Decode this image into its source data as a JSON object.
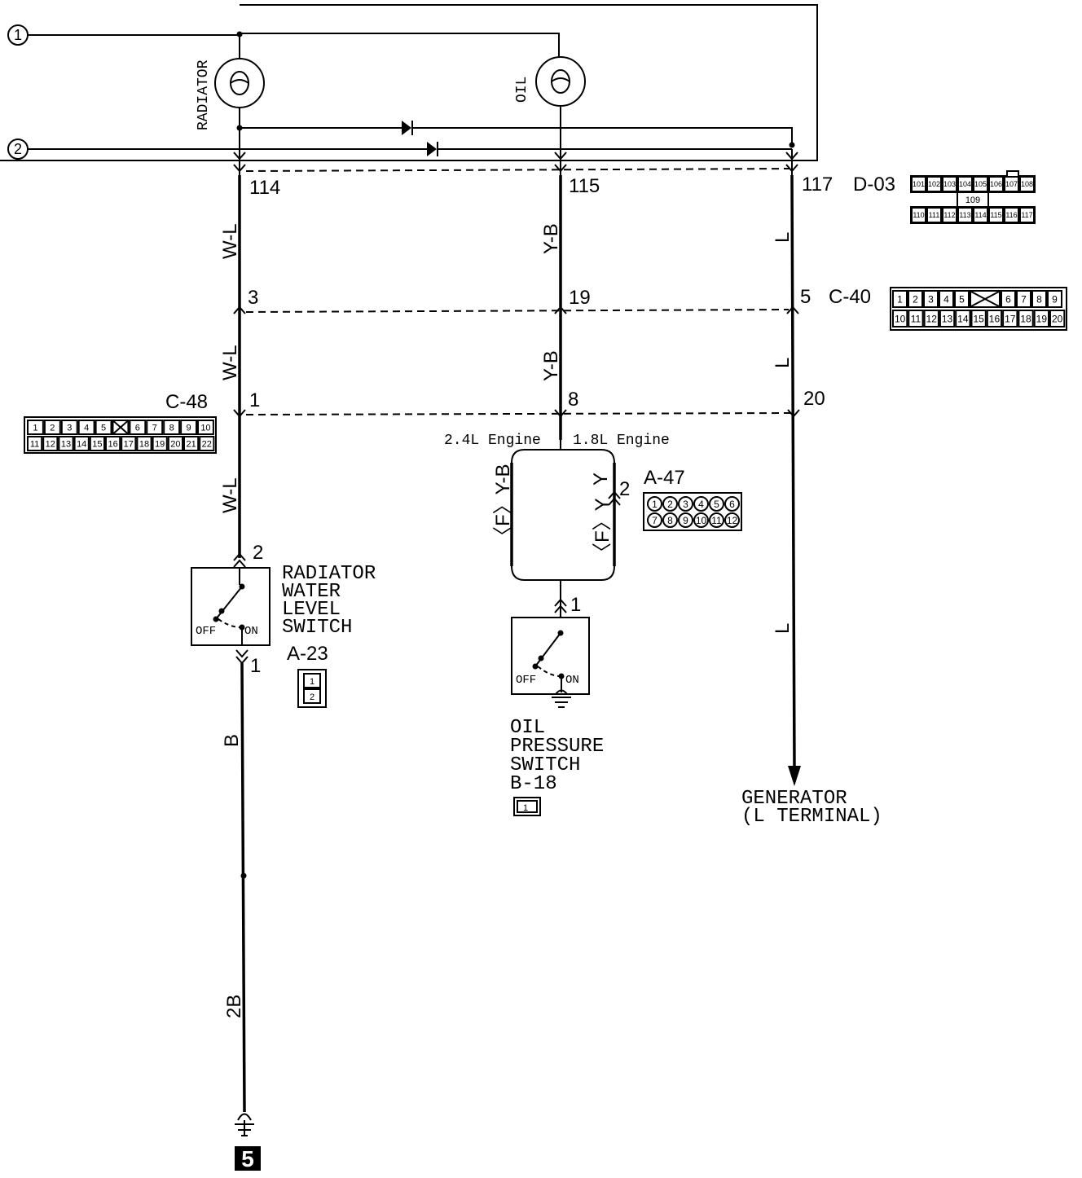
{
  "terminals": {
    "t1": "1",
    "t2": "2"
  },
  "lamps": {
    "radiator": "RADIATOR",
    "oil": "OIL"
  },
  "pins": {
    "p114": "114",
    "p115": "115",
    "p117": "117",
    "p3": "3",
    "p19": "19",
    "p5": "5",
    "p1": "1",
    "p8": "8",
    "p20": "20",
    "a47_pin": "2",
    "rws_top": "2",
    "rws_bottom": "1",
    "ops_pin": "1"
  },
  "connectors": {
    "d03": {
      "label": "D-03",
      "row1": [
        "101",
        "102",
        "103",
        "104",
        "105",
        "106",
        "107",
        "108"
      ],
      "mid": "109",
      "row2": [
        "110",
        "111",
        "112",
        "113",
        "114",
        "115",
        "116",
        "117"
      ]
    },
    "c40": {
      "label": "C-40",
      "row1": [
        "1",
        "2",
        "3",
        "4",
        "5",
        "",
        "6",
        "7",
        "8",
        "9"
      ],
      "row2": [
        "10",
        "11",
        "12",
        "13",
        "14",
        "15",
        "16",
        "17",
        "18",
        "19",
        "20"
      ]
    },
    "c48": {
      "label": "C-48",
      "row1": [
        "1",
        "2",
        "3",
        "4",
        "5",
        "",
        "6",
        "7",
        "8",
        "9",
        "10"
      ],
      "row2": [
        "11",
        "12",
        "13",
        "14",
        "15",
        "16",
        "17",
        "18",
        "19",
        "20",
        "21",
        "22"
      ]
    },
    "a47": {
      "label": "A-47",
      "row1": [
        "1",
        "2",
        "3",
        "4",
        "5",
        "6"
      ],
      "row2": [
        "7",
        "8",
        "9",
        "10",
        "11",
        "12"
      ]
    },
    "a23": {
      "label": "A-23",
      "pins": [
        "1",
        "2"
      ]
    },
    "b18": {
      "pin": "1"
    }
  },
  "wires": {
    "wl1": "W-L",
    "wl2": "W-L",
    "wl3": "W-L",
    "yb1": "Y-B",
    "yb2": "Y-B",
    "l1": "L",
    "l2": "L",
    "l3": "L",
    "b": "B",
    "b2": "2B",
    "fyb": "〈F〉Y-B",
    "fy": "〈F〉Y",
    "y": "Y"
  },
  "engines": {
    "e24": "2.4L Engine",
    "e18": "1.8L Engine"
  },
  "switches": {
    "radiator": [
      "RADIATOR",
      "WATER",
      "LEVEL",
      "SWITCH"
    ],
    "oil": [
      "OIL",
      "PRESSURE",
      "SWITCH",
      "B-18"
    ],
    "off": "OFF",
    "on": "ON"
  },
  "generator": [
    "GENERATOR",
    "(L TERMINAL)"
  ],
  "ground": {
    "number": "5"
  }
}
